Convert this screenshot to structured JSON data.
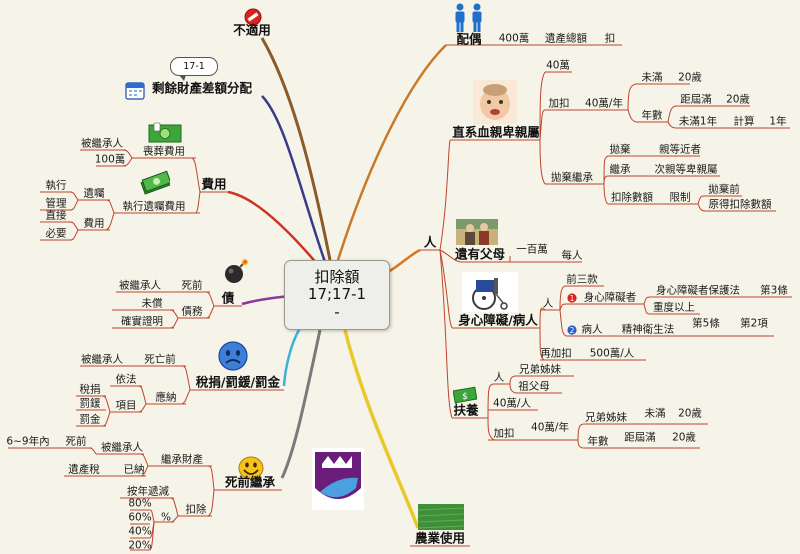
{
  "center": {
    "line1": "扣除額",
    "line2": "17;17-1",
    "line3": "-"
  },
  "left": {
    "not_applicable": {
      "label": "不適用"
    },
    "remaining_property": {
      "label": "剩餘財產差額分配",
      "callout": "17-1"
    },
    "expenses": {
      "label": "費用",
      "funeral": {
        "label": "喪葬費用",
        "heir": "被繼承人",
        "amount": "100萬"
      },
      "execution": {
        "label": "執行遺囑費用",
        "will": "遺囑",
        "will_items": [
          "執行",
          "管理"
        ],
        "fee": "費用",
        "fee_items": [
          "直接",
          "必要"
        ]
      }
    },
    "debt": {
      "label": "債",
      "heir": "被繼承人",
      "before_death": "死前",
      "affairs": "債務",
      "affairs_items": [
        "未償",
        "確實證明"
      ]
    },
    "taxes": {
      "label": "稅捐/罰鍰/罰金",
      "heir": "被繼承人",
      "before_death": "死亡前",
      "by_law": "依法",
      "payable": "應納",
      "item": "項目",
      "items": [
        "稅捐",
        "罰鍰",
        "罰金"
      ]
    },
    "inherit": {
      "label": "死前繼承",
      "inherit_property": "繼承財產",
      "heir": "被繼承人",
      "death": "死前",
      "years": "6~9年內",
      "paid": "已納",
      "estate_tax": "遺產稅",
      "decrement": "按年遞減",
      "deduct": "扣除",
      "pct": "%",
      "percents": [
        "80%",
        "60%",
        "40%",
        "20%"
      ]
    }
  },
  "right": {
    "spouse": {
      "label": "配偶",
      "amount": "400萬",
      "total": "遺產總額",
      "deduct": "扣"
    },
    "lineal": {
      "label": "直系血親卑親屬",
      "amount": "40萬",
      "add": "加扣",
      "per_year": "40萬/年",
      "under": "未滿",
      "age20": "20歲",
      "age": "年數",
      "distance": "距屆滿",
      "age20b": "20歲",
      "under1y": "未滿1年",
      "calc": "計算",
      "one_year": "1年",
      "renounce": "拋棄繼承",
      "renounce_row": "拋棄",
      "closer": "親等近者",
      "inherit_row": "繼承",
      "next": "次親等卑親屬",
      "count": "扣除數額",
      "limit": "限制",
      "limit_items": [
        "拋棄前",
        "原得扣除數額"
      ]
    },
    "person": {
      "label": "人"
    },
    "parents": {
      "label": "遺有父母",
      "amount": "一百萬",
      "each": "每人"
    },
    "disabled": {
      "label": "身心障礙/病人",
      "first_three": "前三款",
      "person": "人",
      "item1": "身心障礙者",
      "law1": "身心障礙者保護法",
      "art1": "第3條",
      "severe": "重度以上",
      "item2": "病人",
      "law2": "精神衛生法",
      "art2a": "第5條",
      "art2b": "第2項",
      "add": "再加扣",
      "amount": "500萬/人"
    },
    "support": {
      "label": "扶養",
      "person": "人",
      "siblings": "兄弟姊妹",
      "grandparents": "祖父母",
      "amount": "40萬/人",
      "add": "加扣",
      "per_year": "40萬/年",
      "siblings2": "兄弟姊妹",
      "under": "未滿",
      "age20": "20歲",
      "years": "年數",
      "distance": "距屆滿",
      "age20b": "20歲"
    },
    "farm": {
      "label": "農業使用"
    }
  },
  "colors": {
    "spouse_branch": "#c87a26",
    "person_branch": "#d9761e",
    "farm_branch": "#e8c92b",
    "not_applicable_branch": "#8a5a2a",
    "remaining_branch": "#3a3a8a",
    "expenses_branch": "#cc3322",
    "debt_branch": "#8a3a9a",
    "taxes_branch": "#3cb0d8",
    "inherit_branch": "#7a7a7a",
    "thin": "#c0442c"
  },
  "icons": {
    "not_applicable": "prohibited-icon",
    "remaining_property": "calendar-icon",
    "funeral": "money-icon",
    "execution": "money-stack-icon",
    "debt": "bomb-icon",
    "taxes": "sad-face-icon",
    "inherit": "smile-face-icon",
    "spouse": "couple-icon",
    "lineal": "baby-photo",
    "parents": "parents-photo",
    "disabled": "wheelchair-photo",
    "support": "cash-icon",
    "farm": "field-photo",
    "emblem": "mm-emblem"
  }
}
